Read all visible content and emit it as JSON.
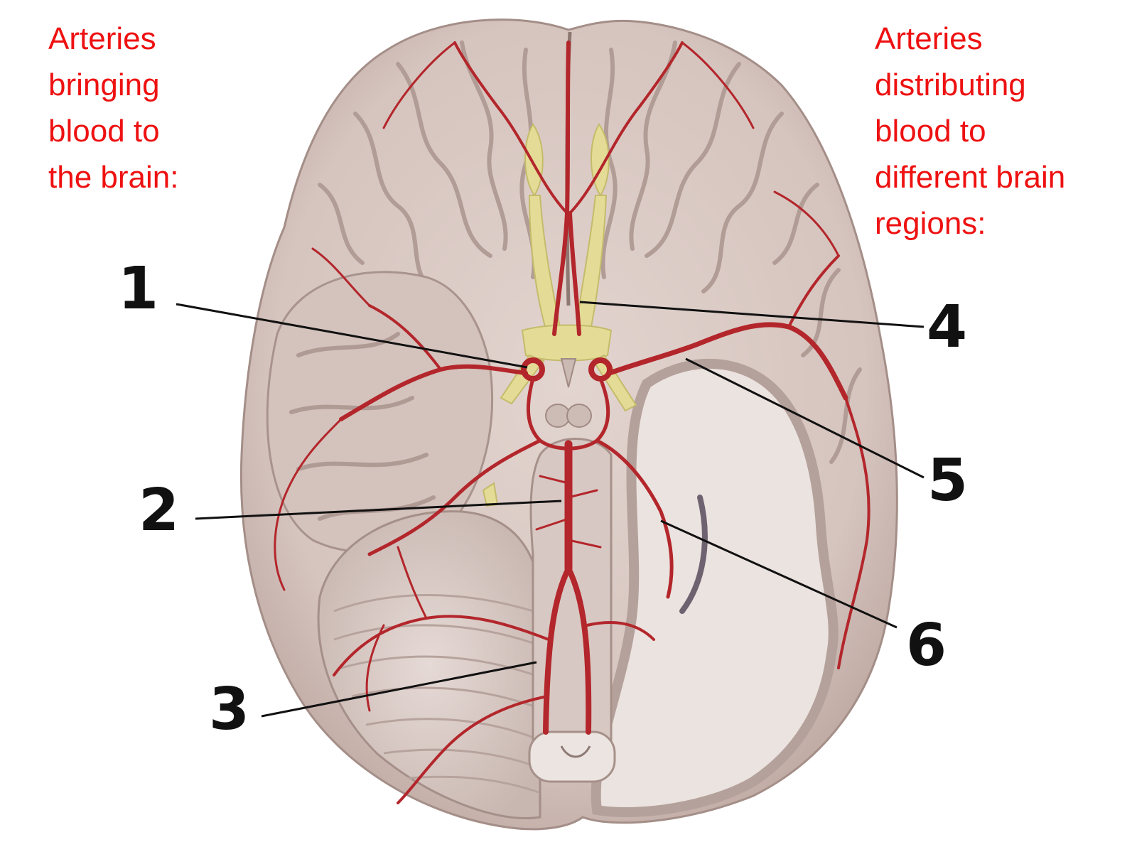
{
  "headings": {
    "left": [
      "Arteries",
      "bringing",
      "blood to",
      "the brain:"
    ],
    "right": [
      "Arteries",
      "distributing",
      "blood to",
      "different brain",
      "regions:"
    ]
  },
  "labels": [
    "1",
    "2",
    "3",
    "4",
    "5",
    "6"
  ],
  "colors": {
    "heading_text": "#ee1111",
    "artery": "#b3262b",
    "artery_dark": "#8c1c20",
    "brain_surface": "#d9c9c4",
    "brain_shadow": "#b9a49f",
    "white_matter": "#ede6e2",
    "optic_nerve": "#e6e09a",
    "leader_line": "#111111"
  },
  "icons": [
    "brain-illustration"
  ]
}
